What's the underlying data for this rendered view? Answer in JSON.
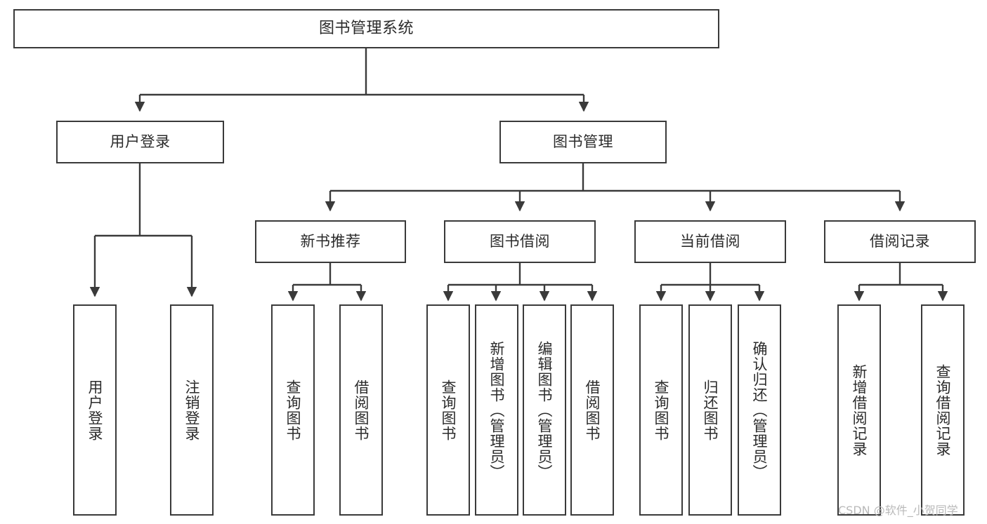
{
  "diagram": {
    "type": "tree-hierarchy",
    "title": "图书管理系统",
    "background": "#ffffff",
    "line_color": "#3a3a3a",
    "text_color": "#2b2b2b",
    "root": {
      "id": "root",
      "label": "图书管理系统"
    },
    "level2": [
      {
        "id": "user-login",
        "label": "用户登录"
      },
      {
        "id": "book-manage",
        "label": "图书管理"
      }
    ],
    "level3": [
      {
        "id": "new-book-recommend",
        "label": "新书推荐"
      },
      {
        "id": "book-borrow",
        "label": "图书借阅"
      },
      {
        "id": "current-borrow",
        "label": "当前借阅"
      },
      {
        "id": "borrow-record",
        "label": "借阅记录"
      }
    ],
    "leaves": {
      "user_login": [
        {
          "id": "leaf-user-login",
          "label": "用户登录"
        },
        {
          "id": "leaf-user-logout",
          "label": "注销登录"
        }
      ],
      "new_book_recommend": [
        {
          "id": "leaf-query-book-1",
          "label": "查询图书"
        },
        {
          "id": "leaf-borrow-book-1",
          "label": "借阅图书"
        }
      ],
      "book_borrow": [
        {
          "id": "leaf-query-book-2",
          "label": "查询图书"
        },
        {
          "id": "leaf-add-book",
          "label": "新增图书（管理员）"
        },
        {
          "id": "leaf-edit-book",
          "label": "编辑图书（管理员）"
        },
        {
          "id": "leaf-borrow-book-2",
          "label": "借阅图书"
        }
      ],
      "current_borrow": [
        {
          "id": "leaf-query-book-3",
          "label": "查询图书"
        },
        {
          "id": "leaf-return-book",
          "label": "归还图书"
        },
        {
          "id": "leaf-confirm-return",
          "label": "确认归还（管理员）"
        }
      ],
      "borrow_record": [
        {
          "id": "leaf-add-record",
          "label": "新增借阅记录"
        },
        {
          "id": "leaf-query-record",
          "label": "查询借阅记录"
        }
      ]
    }
  },
  "watermark": {
    "text": "CSDN @软件_小贺同学"
  }
}
